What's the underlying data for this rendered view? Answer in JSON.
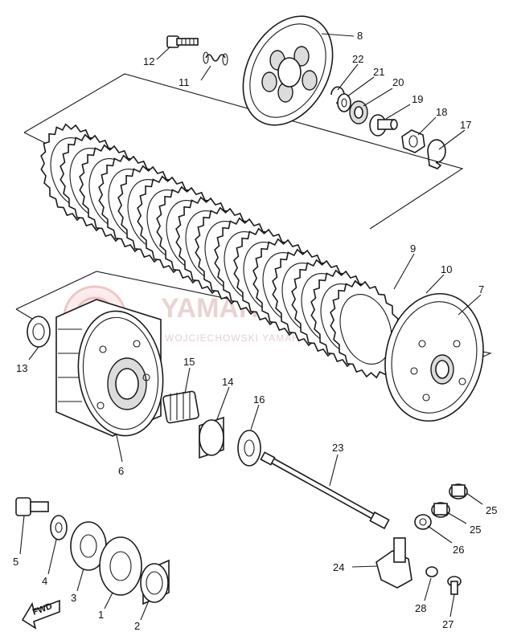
{
  "watermark": {
    "main": "YAMAHA",
    "sub": "WOJCIECHOWSKI  YAMAHA",
    "color": "#e08080"
  },
  "fwd_label": "FWD",
  "callouts": [
    {
      "id": "p1",
      "label": "1"
    },
    {
      "id": "p2",
      "label": "2"
    },
    {
      "id": "p3",
      "label": "3"
    },
    {
      "id": "p4",
      "label": "4"
    },
    {
      "id": "p5",
      "label": "5"
    },
    {
      "id": "p6",
      "label": "6"
    },
    {
      "id": "p7",
      "label": "7"
    },
    {
      "id": "p8",
      "label": "8"
    },
    {
      "id": "p9",
      "label": "9"
    },
    {
      "id": "p10",
      "label": "10"
    },
    {
      "id": "p11",
      "label": "11"
    },
    {
      "id": "p12",
      "label": "12"
    },
    {
      "id": "p13",
      "label": "13"
    },
    {
      "id": "p14",
      "label": "14"
    },
    {
      "id": "p15",
      "label": "15"
    },
    {
      "id": "p16",
      "label": "16"
    },
    {
      "id": "p17",
      "label": "17"
    },
    {
      "id": "p18",
      "label": "18"
    },
    {
      "id": "p19",
      "label": "19"
    },
    {
      "id": "p20",
      "label": "20"
    },
    {
      "id": "p21",
      "label": "21"
    },
    {
      "id": "p22",
      "label": "22"
    },
    {
      "id": "p23",
      "label": "23"
    },
    {
      "id": "p24",
      "label": "24"
    },
    {
      "id": "p25a",
      "label": "25"
    },
    {
      "id": "p25b",
      "label": "25"
    },
    {
      "id": "p26",
      "label": "26"
    },
    {
      "id": "p27",
      "label": "27"
    },
    {
      "id": "p28",
      "label": "28"
    }
  ]
}
